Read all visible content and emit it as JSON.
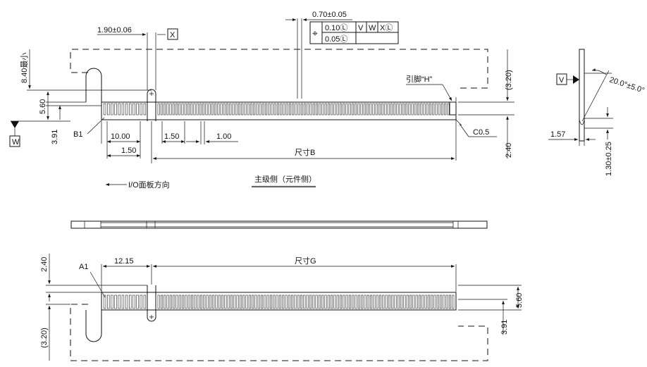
{
  "views": {
    "side_view_caption": "主级侧（元件侧）",
    "io_direction_label": "I/O面板方向"
  },
  "dimensions": {
    "d_1_90": "1.90±0.06",
    "d_0_70": "0.70±0.05",
    "d_8_40": "8.40最小",
    "d_5_60": "5.60",
    "d_3_91": "3.91",
    "d_10_00": "10.00",
    "d_1_50_a": "1.50",
    "d_1_00": "1.00",
    "d_1_50_b": "1.50",
    "size_b": "尺寸B",
    "d_3_20": "(3.20)",
    "d_2_40": "2.40",
    "c0_5": "C0.5",
    "pin_h": "引脚“H”",
    "angle": "20.0°±5.0°",
    "d_1_57": "1.57",
    "d_1_30": "1.30±0.25",
    "d_12_15": "12.15",
    "size_g": "尺寸G",
    "b_2_40": "2.40",
    "b_5_60": "5.60",
    "b_3_91": "3.91",
    "b_3_20": "(3.20)"
  },
  "labels": {
    "b1": "B1",
    "a1": "A1",
    "datum_x": "X",
    "datum_w": "W",
    "datum_v": "V"
  },
  "tolerance_frame": {
    "symbol": "⌖",
    "row1_tol": "0.10Ⓛ",
    "row1_refs": [
      "V",
      "W",
      "XⓁ"
    ],
    "row2_tol": "0.05Ⓛ"
  },
  "pins": {
    "top_left_count": 12,
    "top_right_count": 98,
    "bottom_left_count": 12,
    "bottom_right_count": 98
  }
}
